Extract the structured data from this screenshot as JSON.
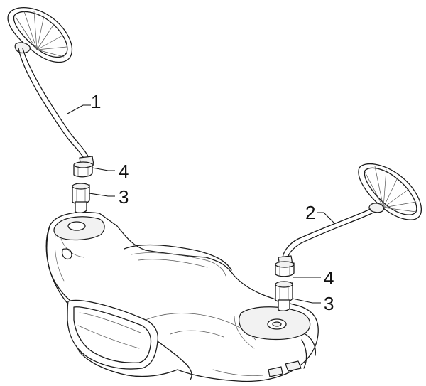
{
  "callouts": [
    {
      "id": "left-mirror",
      "label": "1"
    },
    {
      "id": "right-mirror",
      "label": "2"
    },
    {
      "id": "left-nut",
      "label": "4"
    },
    {
      "id": "left-adapter",
      "label": "3"
    },
    {
      "id": "right-nut",
      "label": "4"
    },
    {
      "id": "right-adapter",
      "label": "3"
    }
  ]
}
